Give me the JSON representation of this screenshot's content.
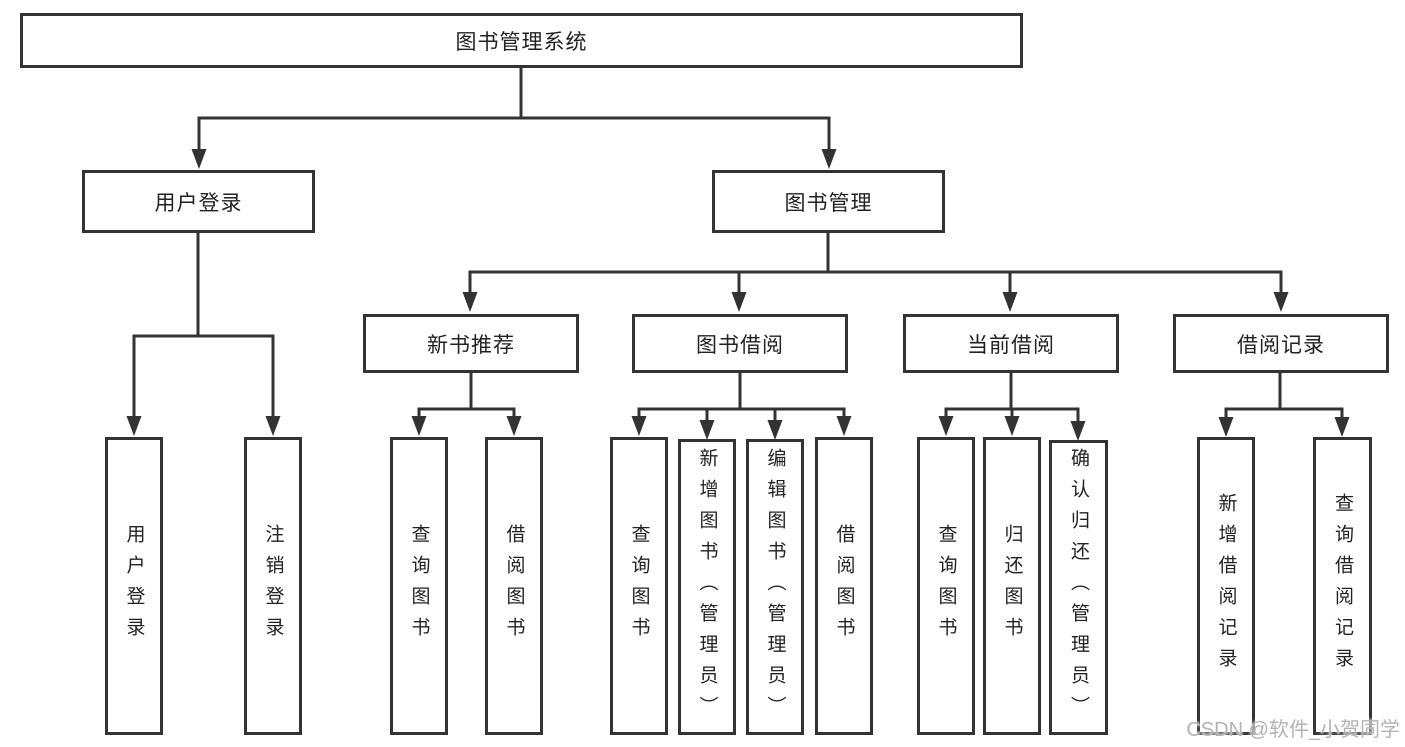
{
  "diagram": {
    "title": "图书管理系统",
    "level2": {
      "user_login": "用户登录",
      "book_mgmt": "图书管理"
    },
    "level3": {
      "new_book_rec": "新书推荐",
      "book_borrow": "图书借阅",
      "current_borrow": "当前借阅",
      "borrow_records": "借阅记录"
    },
    "leaves": {
      "user_login_leaf": "用户登录",
      "logout_leaf": "注销登录",
      "rec_query_books": "查询图书",
      "rec_borrow_books": "借阅图书",
      "bor_query_books": "查询图书",
      "bor_add_books": "新增图书（管理员）",
      "bor_edit_books": "编辑图书（管理员）",
      "bor_borrow_books": "借阅图书",
      "cur_query_books": "查询图书",
      "cur_return_books": "归还图书",
      "cur_confirm_return": "确认归还（管理员）",
      "rec_add_record": "新增借阅记录",
      "rec_query_record": "查询借阅记录"
    },
    "watermark": "CSDN @软件_小贺同学",
    "colors": {
      "line": "#333333",
      "border": "#333333",
      "text": "#222222",
      "watermark": "#b3b3b3",
      "background": "#ffffff"
    }
  }
}
